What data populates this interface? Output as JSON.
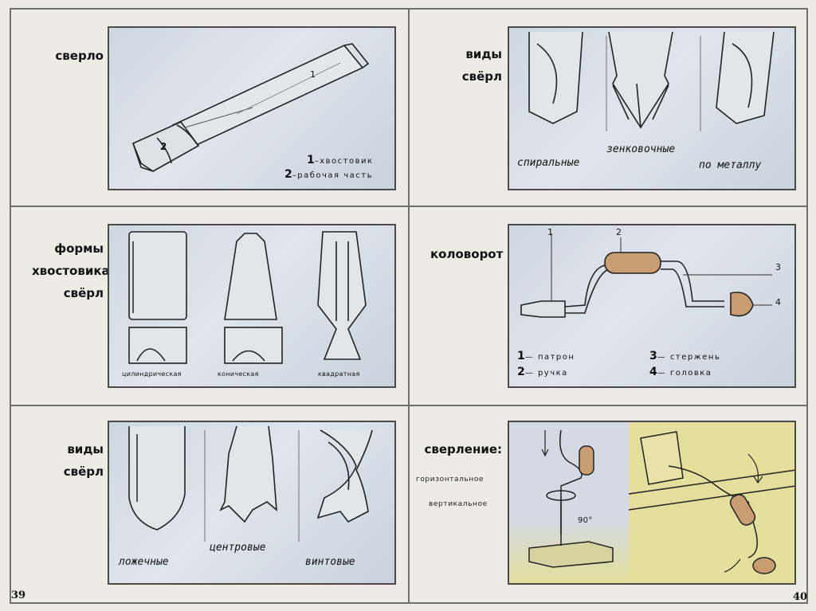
{
  "page_numbers": {
    "left": "39",
    "right": "40"
  },
  "sections": {
    "drill": {
      "title": "сверло",
      "callouts": [
        "1",
        "2"
      ],
      "legend": [
        {
          "num": "1",
          "text": "хвостовик"
        },
        {
          "num": "2",
          "text": "рабочая часть"
        }
      ]
    },
    "drill_types_top": {
      "title_line1": "виды",
      "title_line2": "свёрл",
      "captions": [
        "спиральные",
        "зенковочные",
        "по металлу"
      ]
    },
    "shank_forms": {
      "title_line1": "формы",
      "title_line2": "хвостовика",
      "title_line3": "свёрл",
      "captions": [
        "цилиндрическая",
        "коническая",
        "квадратная"
      ]
    },
    "brace": {
      "title": "коловорот",
      "callouts": [
        "1",
        "2",
        "3",
        "4"
      ],
      "legend": [
        {
          "num": "1",
          "text": "патрон"
        },
        {
          "num": "2",
          "text": "ручка"
        },
        {
          "num": "3",
          "text": "стержень"
        },
        {
          "num": "4",
          "text": "головка"
        }
      ]
    },
    "drill_types_bottom": {
      "title_line1": "виды",
      "title_line2": "свёрл",
      "captions": [
        "ложечные",
        "центровые",
        "винтовые"
      ]
    },
    "drilling": {
      "title": "сверление:",
      "modes": [
        "горизонтальное",
        "вертикальное"
      ],
      "angle": "90°"
    }
  },
  "colors": {
    "panel": "#d4dbe4",
    "frame": "#4a4a4a",
    "wood": "#c99d72",
    "yellow": "#e4df9d"
  }
}
